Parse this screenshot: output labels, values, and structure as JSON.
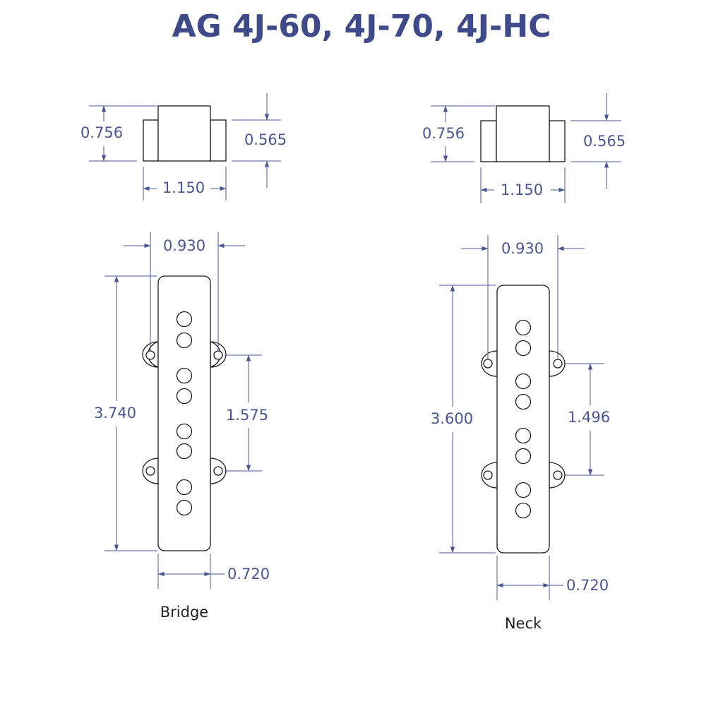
{
  "title": "AG 4J-60, 4J-70, 4J-HC",
  "colors": {
    "title": "#3f4a8a",
    "dimension": "#4a5593",
    "outline": "#1a1a1a"
  },
  "bridge": {
    "caption": "Bridge",
    "top_view": {
      "height_total": "0.756",
      "height_body": "0.565",
      "width": "1.150"
    },
    "plan_view": {
      "mount_spacing": "0.930",
      "length": "3.740",
      "ear_spacing": "1.575",
      "width": "0.720"
    }
  },
  "neck": {
    "caption": "Neck",
    "top_view": {
      "height_total": "0.756",
      "height_body": "0.565",
      "width": "1.150"
    },
    "plan_view": {
      "mount_spacing": "0.930",
      "length": "3.600",
      "ear_spacing": "1.496",
      "width": "0.720"
    }
  }
}
